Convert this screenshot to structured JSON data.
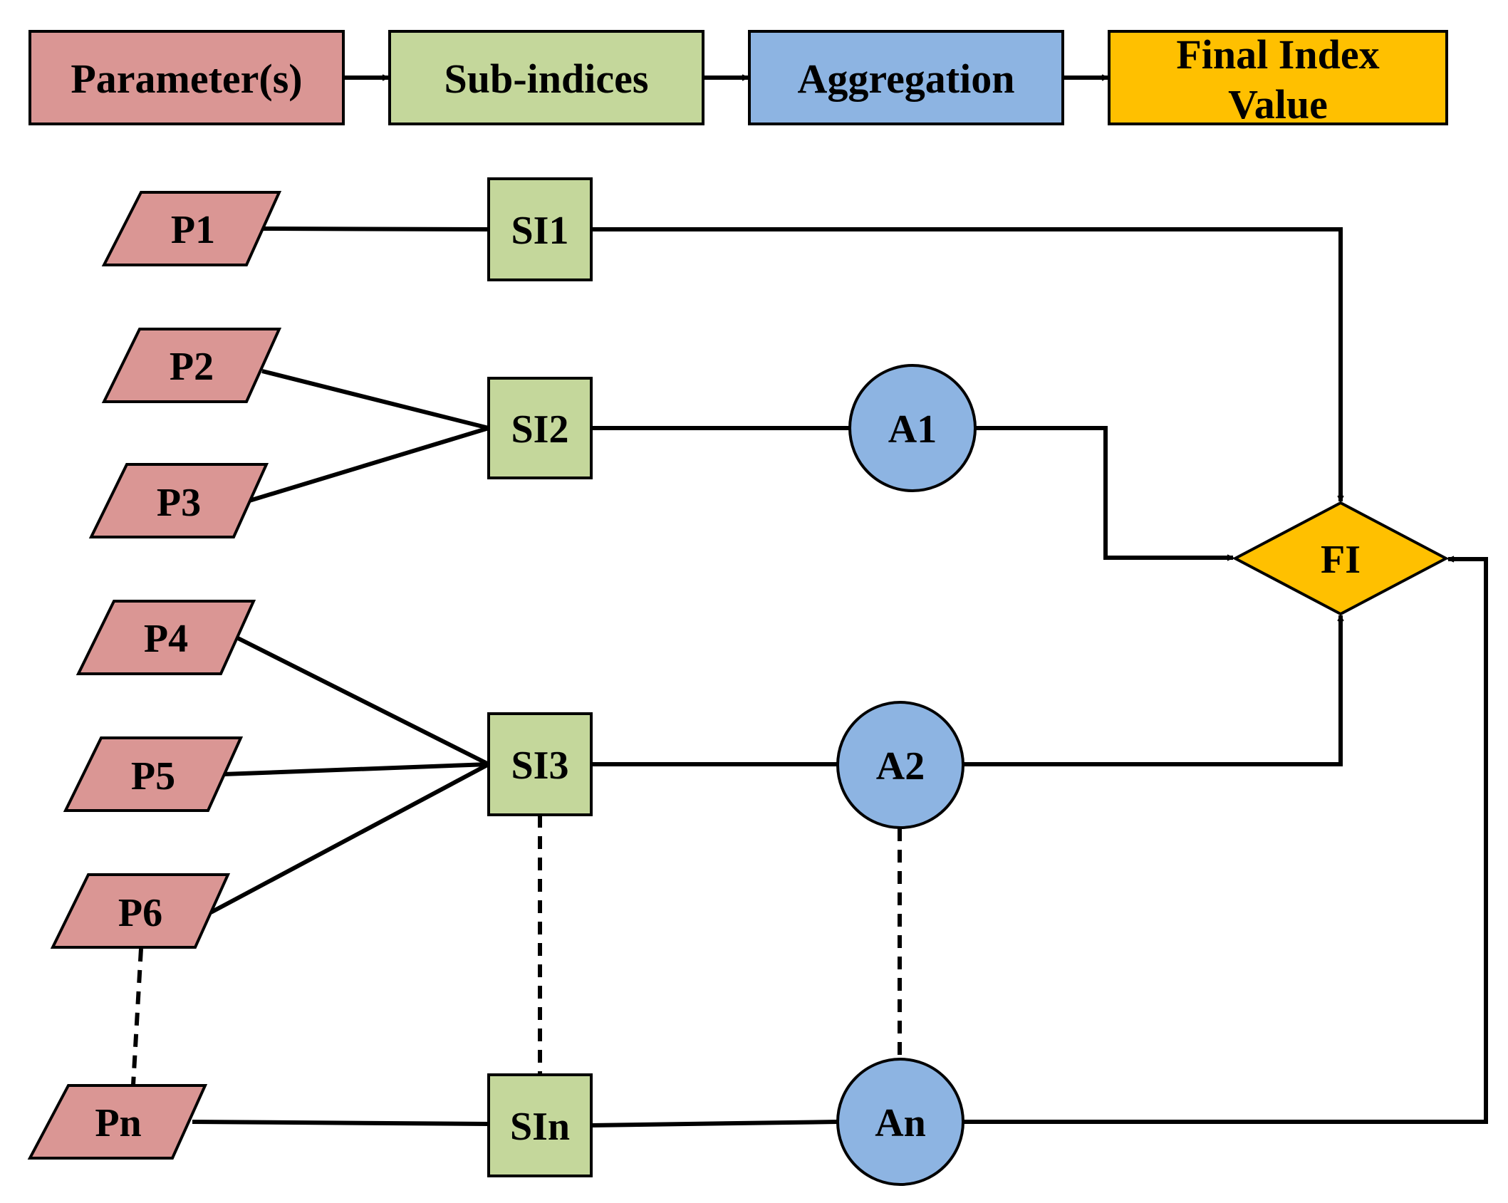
{
  "colors": {
    "parameter": "#DA9694",
    "sub_index": "#C4D79B",
    "aggregation": "#8DB4E2",
    "final_index": "#FFC000",
    "line": "#000000"
  },
  "legend": [
    {
      "label": "Parameter(s)"
    },
    {
      "label": "Sub-indices"
    },
    {
      "label": "Aggregation"
    },
    {
      "label_line1": "Final Index",
      "label_line2": "Value"
    }
  ],
  "parameters": [
    "P1",
    "P2",
    "P3",
    "P4",
    "P5",
    "P6",
    "Pn"
  ],
  "sub_indices": [
    "SI1",
    "SI2",
    "SI3",
    "SIn"
  ],
  "aggregations": [
    "A1",
    "A2",
    "An"
  ],
  "final_index": "FI",
  "connections": [
    {
      "from": "P1",
      "to": "SI1"
    },
    {
      "from": "P2",
      "to": "SI2"
    },
    {
      "from": "P3",
      "to": "SI2"
    },
    {
      "from": "P4",
      "to": "SI3"
    },
    {
      "from": "P5",
      "to": "SI3"
    },
    {
      "from": "P6",
      "to": "SI3"
    },
    {
      "from": "Pn",
      "to": "SIn"
    },
    {
      "from": "SI1",
      "to": "FI",
      "arrow": true
    },
    {
      "from": "SI2",
      "to": "A1"
    },
    {
      "from": "A1",
      "to": "FI",
      "arrow": true
    },
    {
      "from": "SI3",
      "to": "A2"
    },
    {
      "from": "A2",
      "to": "FI",
      "arrow": true
    },
    {
      "from": "SIn",
      "to": "An"
    },
    {
      "from": "An",
      "to": "FI",
      "arrow": true
    },
    {
      "from": "P6",
      "to": "Pn",
      "style": "dashed"
    },
    {
      "from": "SI3",
      "to": "SIn",
      "style": "dashed"
    },
    {
      "from": "A2",
      "to": "An",
      "style": "dashed"
    }
  ]
}
